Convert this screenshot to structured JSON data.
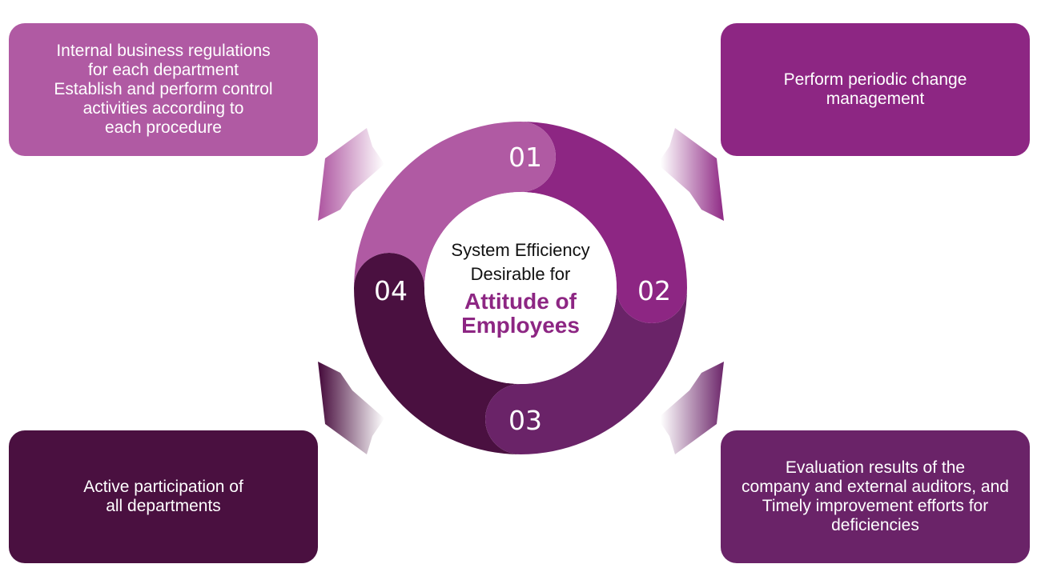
{
  "colors": {
    "step1": "#b05aa3",
    "step2": "#8d2683",
    "step3": "#6a2368",
    "step4": "#4a1040",
    "accent_text": "#8d2683"
  },
  "center": {
    "line1": "System Efficiency",
    "line2": "Desirable for",
    "line3": "Attitude of",
    "line4": "Employees"
  },
  "steps": [
    {
      "number": "01",
      "lines": [
        "Internal business regulations",
        "for each department",
        "Establish and perform control",
        "activities according to",
        "each procedure"
      ]
    },
    {
      "number": "02",
      "lines": [
        "Perform periodic change",
        "management"
      ]
    },
    {
      "number": "03",
      "lines": [
        "Evaluation results of the",
        "company and external auditors, and",
        "Timely improvement efforts for",
        "deficiencies"
      ]
    },
    {
      "number": "04",
      "lines": [
        "Active participation of",
        "all departments"
      ]
    }
  ]
}
